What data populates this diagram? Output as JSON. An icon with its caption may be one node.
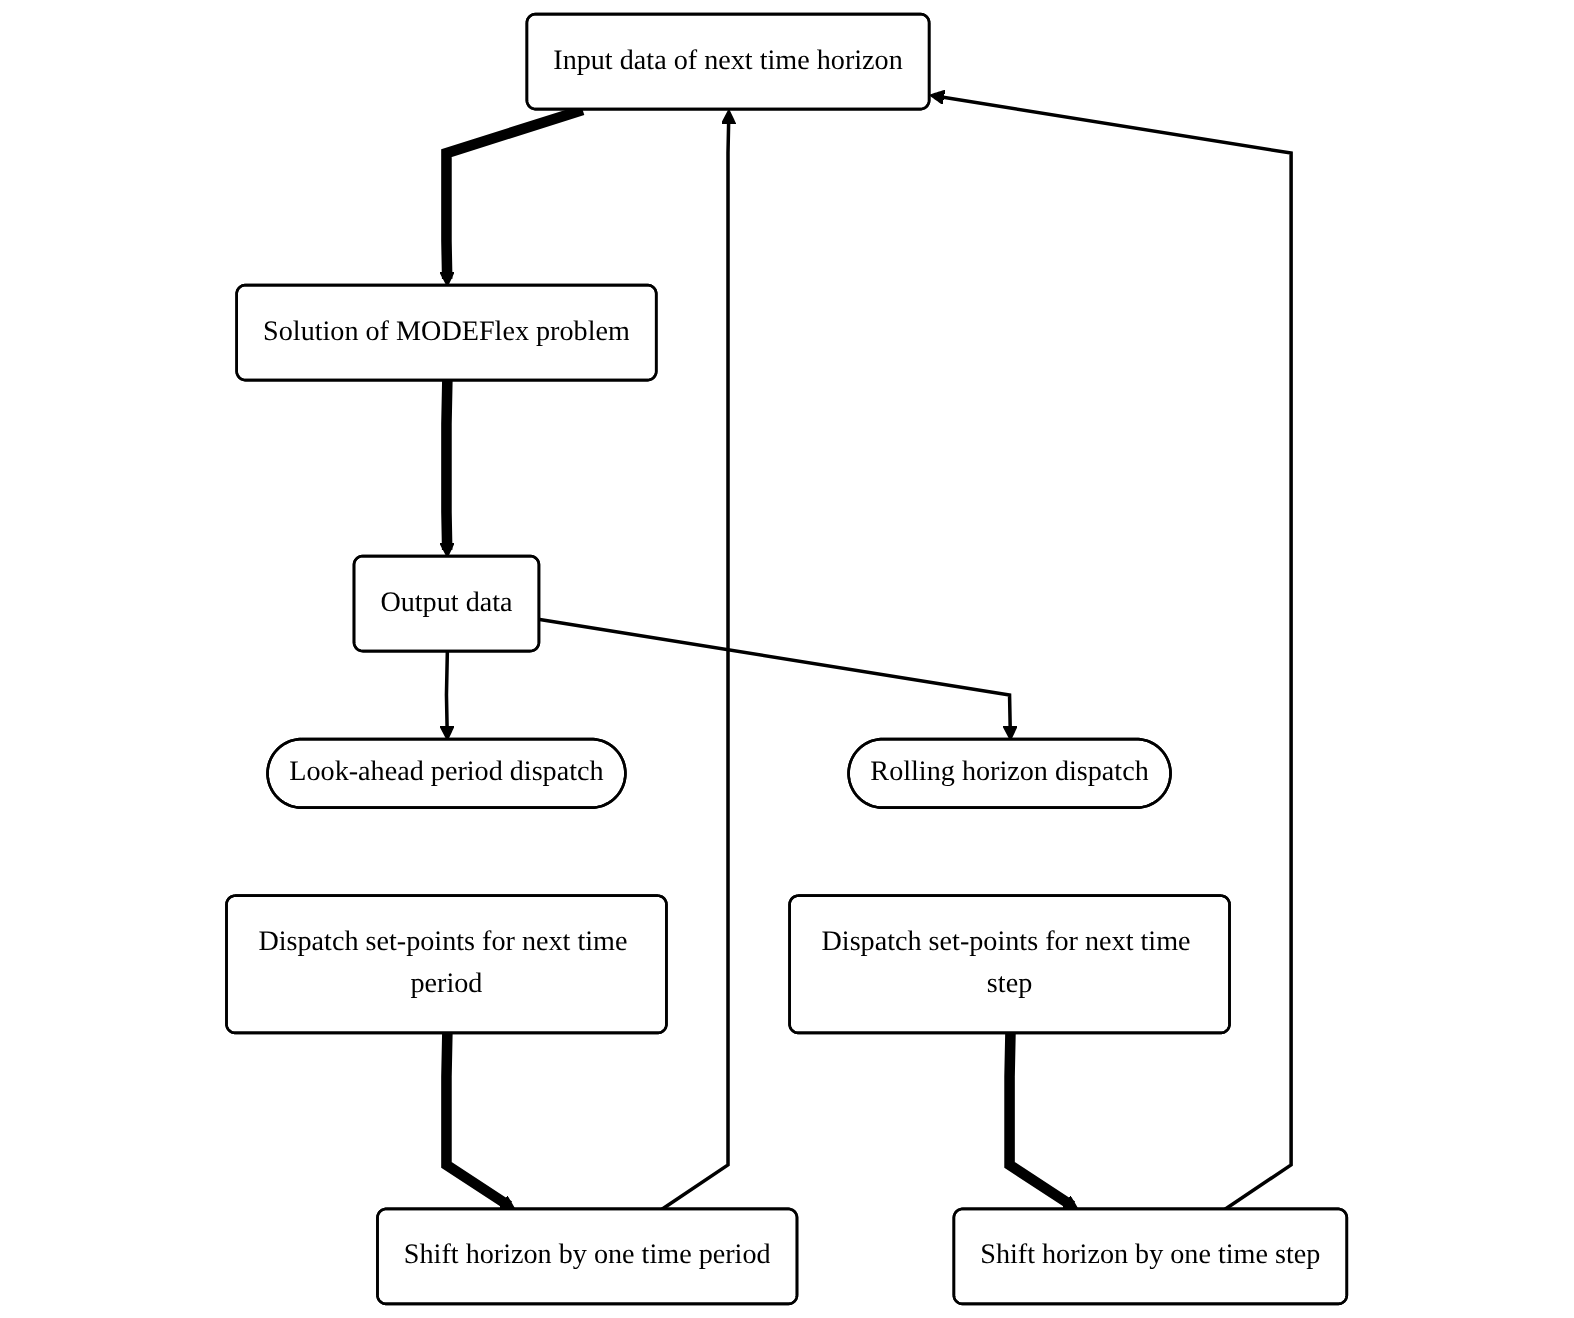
{
  "diagram": {
    "nodes": [
      {
        "text": [
          "Input data of next time horizon"
        ]
      },
      {
        "text": [
          "Solution of MODEFlex problem"
        ]
      },
      {
        "text": [
          "Output data"
        ]
      },
      {
        "text": [
          "Look-ahead period dispatch"
        ]
      },
      {
        "text": [
          "Dispatch set-points for next time period"
        ]
      },
      {
        "text": [
          "Shift horizon by one time period"
        ]
      },
      {
        "text": [
          "Rolling horizon dispatch"
        ]
      },
      {
        "text": [
          "Dispatch set-points for next time step"
        ]
      },
      {
        "text": [
          "Shift horizon by one time step"
        ]
      }
    ],
    "edges": [
      {
        "from": 0,
        "to": 1,
        "arrow": "to",
        "style": "thick"
      },
      {
        "from": 1,
        "to": 2,
        "arrow": "to",
        "style": "thick"
      },
      {
        "from": 2,
        "to": 3,
        "arrow": "to"
      },
      {
        "from": 2,
        "to": 6,
        "arrow": "to"
      },
      {
        "from": 4,
        "to": 5,
        "arrow": "to",
        "style": "thick"
      },
      {
        "from": 7,
        "to": 8,
        "arrow": "to",
        "style": "thick"
      },
      {
        "from": 5,
        "to": 0,
        "arrow": "to"
      },
      {
        "from": 8,
        "to": 0,
        "arrow": "to"
      }
    ]
  }
}
